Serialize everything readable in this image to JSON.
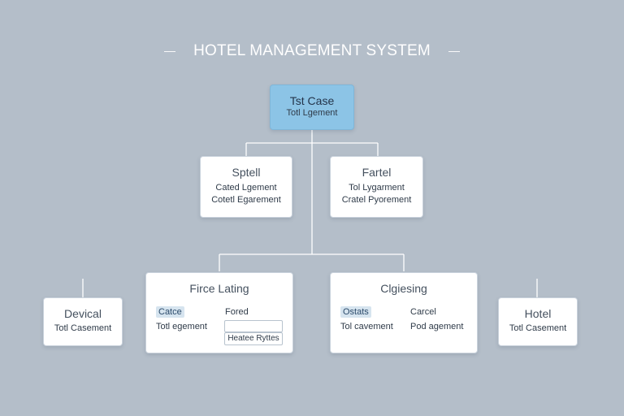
{
  "title": "HOTEL MANAGEMENT SYSTEM",
  "root": {
    "heading": "Tst Case",
    "line": "Totl Lgement"
  },
  "level2": [
    {
      "heading": "Sptell",
      "lines": [
        "Cated Lgement",
        "Cotetl Egarement"
      ]
    },
    {
      "heading": "Fartel",
      "lines": [
        "Tol Lygarment",
        "Cratel Pyorement"
      ]
    }
  ],
  "level3": {
    "left_outer": {
      "heading": "Devical",
      "line": "Totl Casement"
    },
    "left_inner": {
      "heading": "Firce Lating",
      "left_col": {
        "chip": "Catce",
        "line": "Totl egement"
      },
      "right_col": {
        "label": "Fored",
        "input_value": "",
        "field2": "Heatee Ryttes"
      }
    },
    "right_inner": {
      "heading": "Clgiesing",
      "left_col": {
        "chip": "Ostats",
        "line": "Tol cavement"
      },
      "right_col": {
        "label": "Carcel",
        "line": "Pod agement"
      }
    },
    "right_outer": {
      "heading": "Hotel",
      "line": "Totl Casement"
    }
  },
  "colors": {
    "background": "#b4bec9",
    "root_fill": "#8cc4e6",
    "box_fill": "#ffffff",
    "connector": "#ffffff"
  }
}
